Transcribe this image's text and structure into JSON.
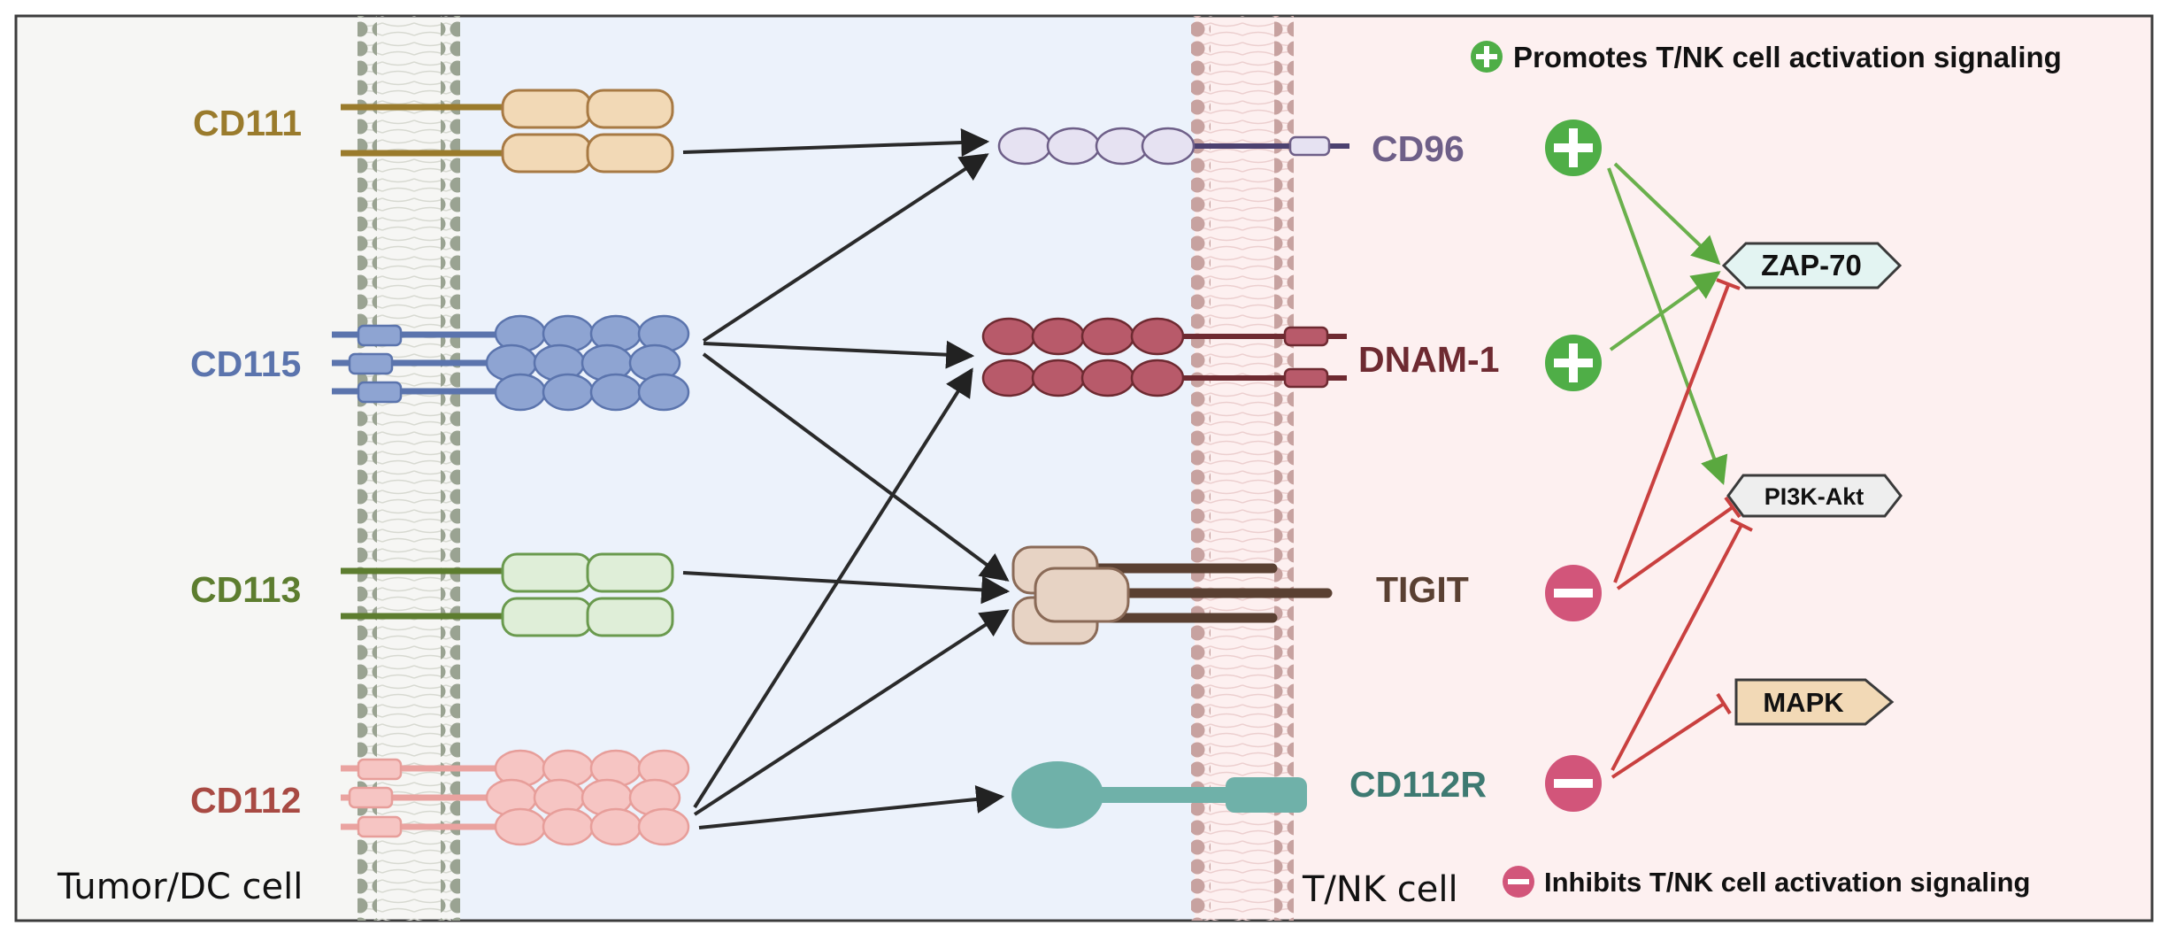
{
  "cells": {
    "tumor": "Tumor/DC cell",
    "tnk": "T/NK cell"
  },
  "ligands": [
    {
      "key": "cd111",
      "label": "CD111",
      "color": "#9a7b2c"
    },
    {
      "key": "cd115",
      "label": "CD115",
      "color": "#5b74ad"
    },
    {
      "key": "cd113",
      "label": "CD113",
      "color": "#5d7d2f"
    },
    {
      "key": "cd112",
      "label": "CD112",
      "color": "#a84a43"
    }
  ],
  "receptors": [
    {
      "key": "cd96",
      "label": "CD96",
      "color": "#6e5f88",
      "effect": "promotes"
    },
    {
      "key": "dnam1",
      "label": "DNAM-1",
      "color": "#6e2a31",
      "effect": "promotes"
    },
    {
      "key": "tigit",
      "label": "TIGIT",
      "color": "#5a4032",
      "effect": "inhibits"
    },
    {
      "key": "cd112r",
      "label": "CD112R",
      "color": "#3e7a72",
      "effect": "inhibits"
    }
  ],
  "pathways": [
    {
      "key": "zap70",
      "label": "ZAP-70"
    },
    {
      "key": "pi3k",
      "label": "PI3K-Akt"
    },
    {
      "key": "mapk",
      "label": "MAPK"
    }
  ],
  "legend": {
    "promotes": "Promotes T/NK cell activation signaling",
    "inhibits": "Inhibits T/NK cell activation signaling"
  },
  "interactions": [
    [
      "CD111",
      "CD96"
    ],
    [
      "CD115",
      "CD96"
    ],
    [
      "CD115",
      "DNAM-1"
    ],
    [
      "CD115",
      "TIGIT"
    ],
    [
      "CD113",
      "TIGIT"
    ],
    [
      "CD112",
      "DNAM-1"
    ],
    [
      "CD112",
      "TIGIT"
    ],
    [
      "CD112",
      "CD112R"
    ]
  ],
  "signaling": [
    {
      "from": "CD96",
      "to": "ZAP-70",
      "type": "activation"
    },
    {
      "from": "CD96",
      "to": "PI3K-Akt",
      "type": "activation"
    },
    {
      "from": "DNAM-1",
      "to": "ZAP-70",
      "type": "activation"
    },
    {
      "from": "TIGIT",
      "to": "ZAP-70",
      "type": "inhibition"
    },
    {
      "from": "TIGIT",
      "to": "PI3K-Akt",
      "type": "inhibition"
    },
    {
      "from": "CD112R",
      "to": "PI3K-Akt",
      "type": "inhibition"
    },
    {
      "from": "CD112R",
      "to": "MAPK",
      "type": "inhibition"
    }
  ],
  "colors": {
    "tumor_bg": "#f6f6f4",
    "gap_bg": "#ecf2fb",
    "tnk_bg": "#fdf0f0",
    "plus": "#4fae47",
    "minus": "#d2557a",
    "activate_arrow": "#6ab04c",
    "inhibit_arrow": "#c9403f"
  }
}
